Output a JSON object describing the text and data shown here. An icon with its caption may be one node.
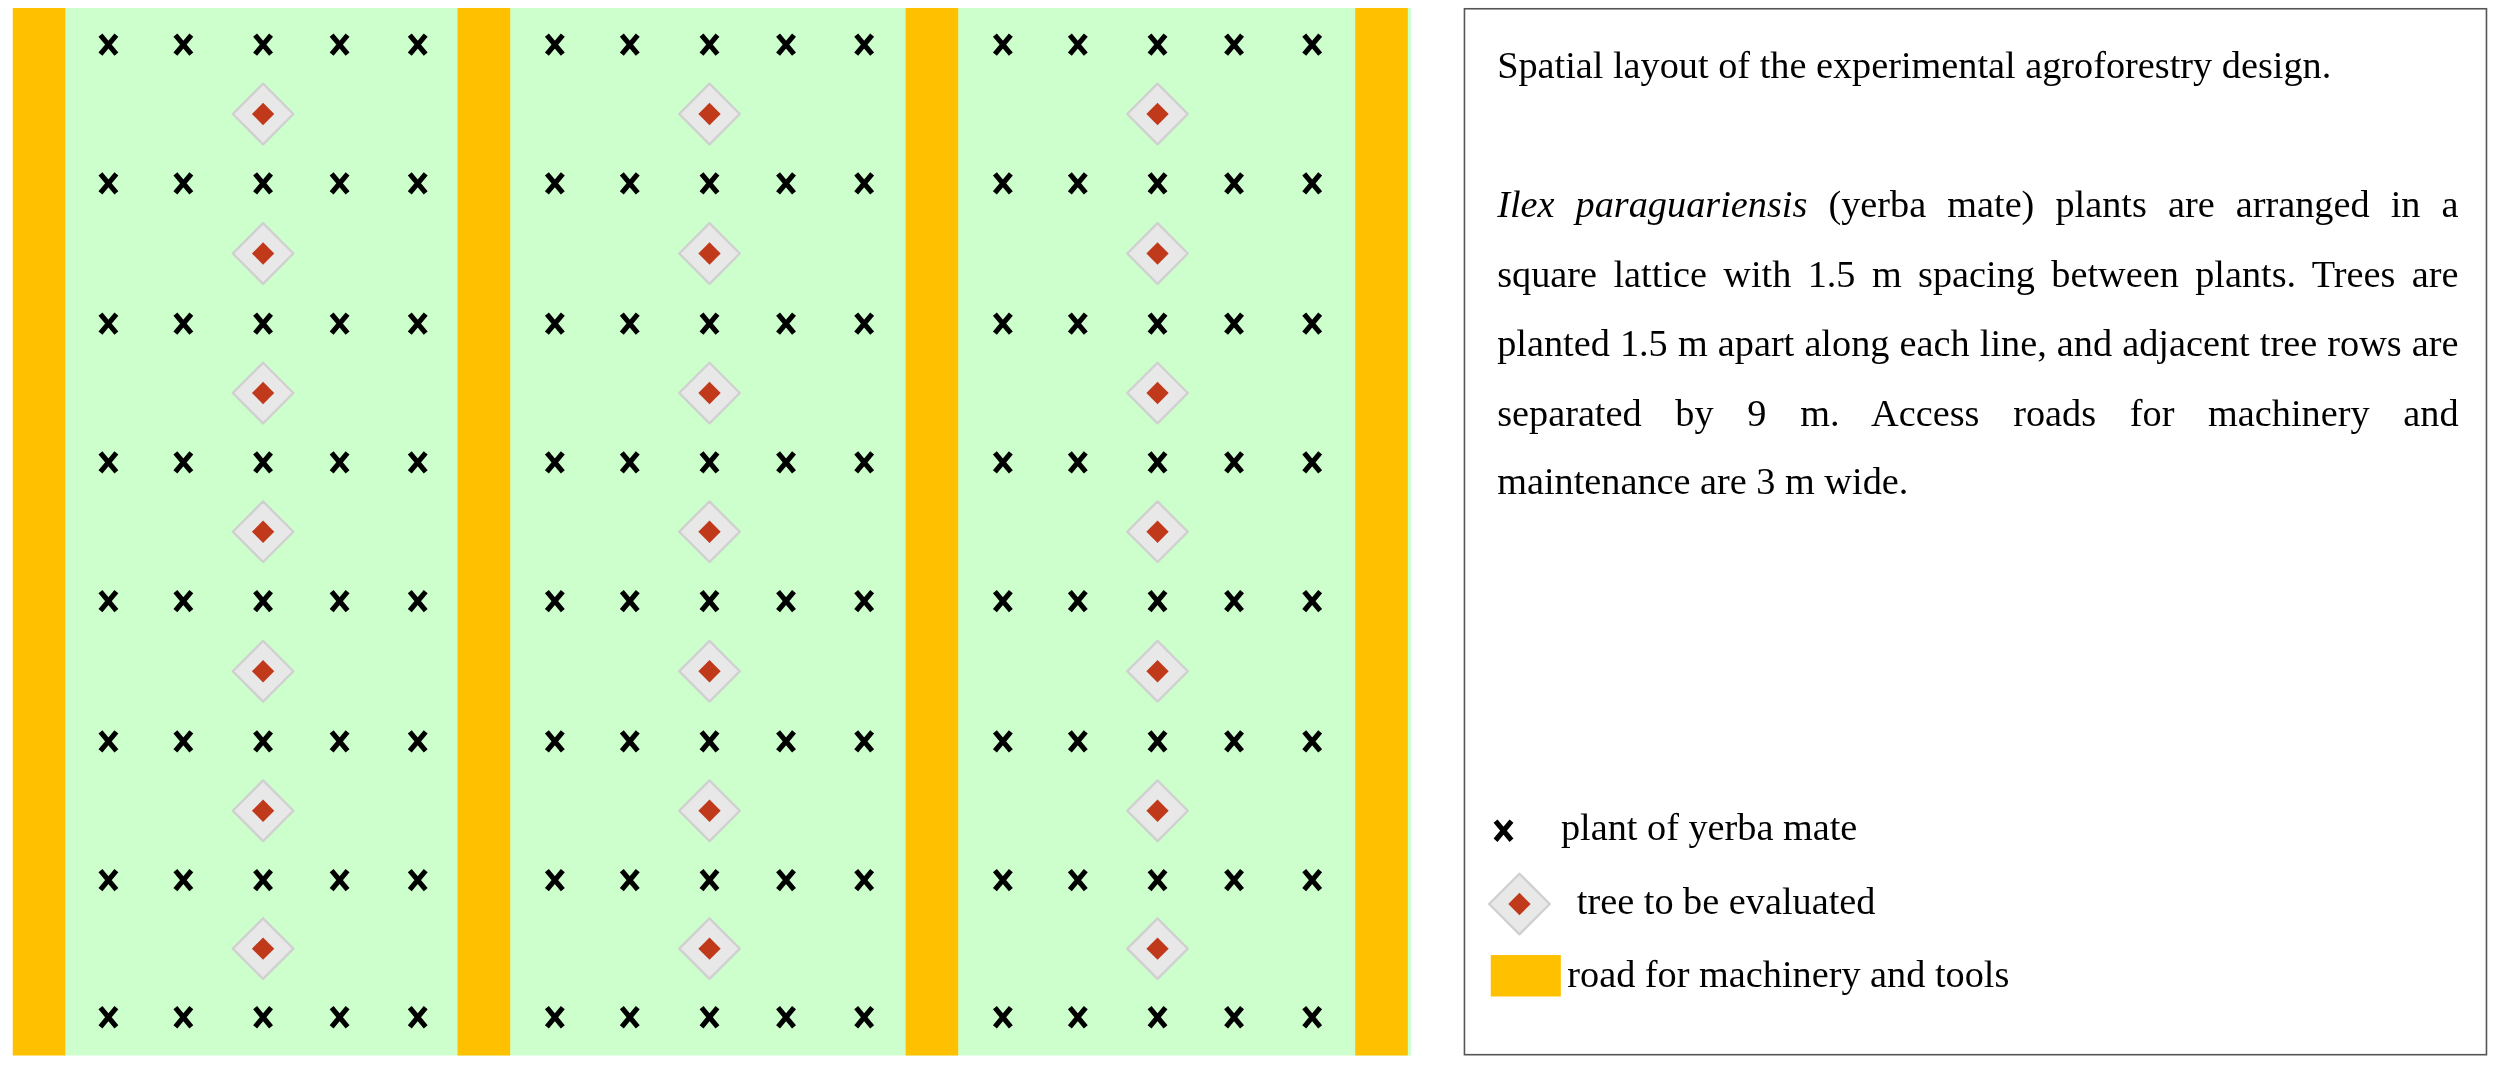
{
  "diagram": {
    "title": "Spatial layout of the experimental agroforestry design.",
    "caption": "*Ilex paraguariensis* (yerba mate) plants are arranged in a square lattice with 1.5 m spacing between plants. Trees are planted 1.5 m apart along each line, and adjacent tree rows are separated by 9 m. Access roads for machinery and maintenance are 3 m wide.",
    "legend": [
      {
        "text": "plant of yerba mate"
      },
      {
        "text": "tree to be evaluated"
      },
      {
        "text": "road for machinery and tools",
        "color": "#ffc000"
      }
    ]
  }
}
